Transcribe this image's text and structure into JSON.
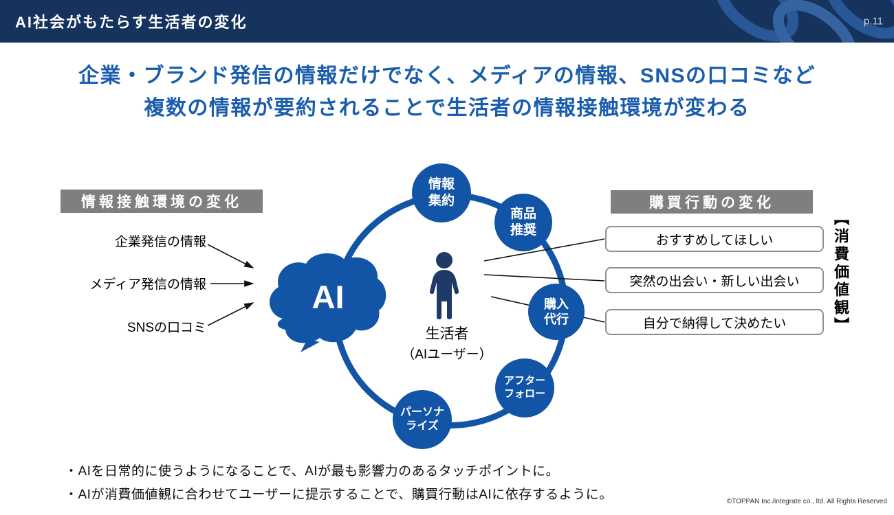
{
  "header": {
    "title": "AI社会がもたらす生活者の変化",
    "page_number": "p.11"
  },
  "main_title": {
    "line1": "企業・ブランド発信の情報だけでなく、メディアの情報、SNSの口コミなど",
    "line2": "複数の情報が要約されることで生活者の情報接触環境が変わる"
  },
  "left_section": {
    "heading": "情報接触環境の変化",
    "items": [
      {
        "label": "企業発信の情報"
      },
      {
        "label": "メディア発信の情報"
      },
      {
        "label": "SNSの口コミ"
      }
    ],
    "ai_label": "AI"
  },
  "center": {
    "person_label": "生活者",
    "person_sublabel": "（AIユーザー）",
    "nodes": [
      {
        "label": "情報\n集約"
      },
      {
        "label": "商品\n推奨"
      },
      {
        "label": "購入\n代行"
      },
      {
        "label": "アフター\nフォロー"
      },
      {
        "label": "パーソナ\nライズ"
      }
    ]
  },
  "right_section": {
    "heading": "購買行動の変化",
    "bubbles": [
      {
        "label": "おすすめしてほしい"
      },
      {
        "label": "突然の出会い・新しい出会い"
      },
      {
        "label": "自分で納得して決めたい"
      }
    ],
    "vertical_label": "【消費価値観】"
  },
  "footnotes": [
    {
      "text": "・AIを日常的に使うようになることで、AIが最も影響力のあるタッチポイントに。"
    },
    {
      "text": "・AIが消費価値観に合わせてユーザーに提示することで、購買行動はAIに依存するように。"
    }
  ],
  "footer": {
    "copyright": "©TOPPAN Inc./integrate co., ltd. All Rights Reserved"
  },
  "colors": {
    "header_bg": "#16335d",
    "title_blue": "#1a5dad",
    "node_blue": "#1254a5",
    "gray_box": "#7f7f7f"
  }
}
